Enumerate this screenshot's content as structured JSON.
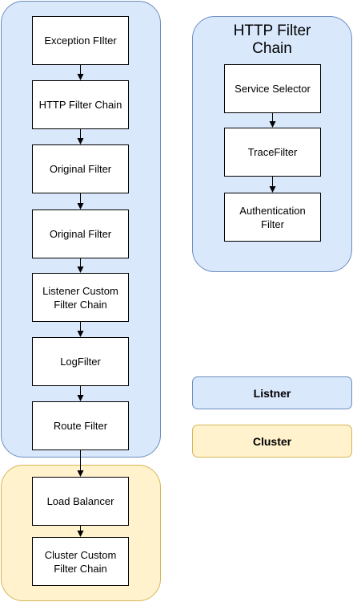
{
  "listener_chain": {
    "nodes": [
      "Exception FIlter",
      "HTTP Filter Chain",
      "Original Filter",
      "Original Filter",
      "Listener Custom Filter Chain",
      "LogFilter",
      "Route Filter"
    ]
  },
  "cluster_chain": {
    "nodes": [
      "Load Balancer",
      "Cluster Custom Filter Chain"
    ]
  },
  "http_filter_chain": {
    "title": "HTTP Filter Chain",
    "nodes": [
      "Service Selector",
      "TraceFilter",
      "Authentication Filter"
    ]
  },
  "legend": {
    "listener": "Listner",
    "cluster": "Cluster"
  },
  "colors": {
    "listener_fill": "#dae8fc",
    "listener_stroke": "#6c8ebf",
    "cluster_fill": "#fff2cc",
    "cluster_stroke": "#d6b656"
  }
}
